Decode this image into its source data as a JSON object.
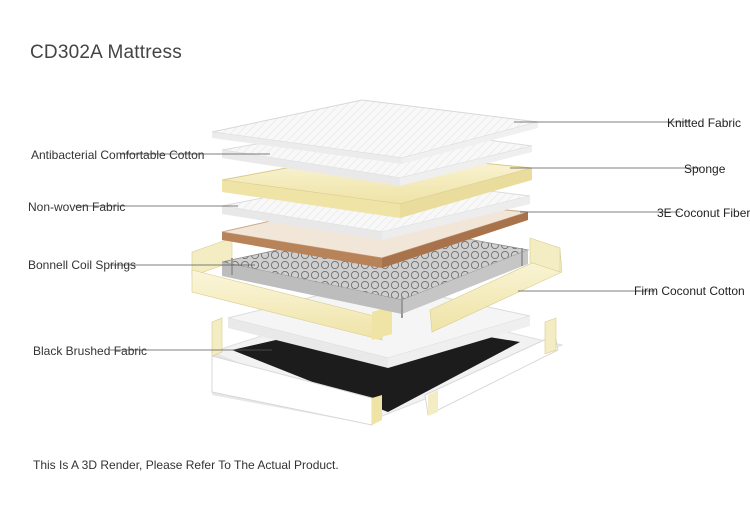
{
  "title": "CD302A Mattress",
  "labels": {
    "knitted_fabric": "Knitted Fabric",
    "antibacterial_cotton": "Antibacterial Comfortable Cotton",
    "sponge": "Sponge",
    "non_woven_fabric": "Non-woven Fabric",
    "coconut_fiber": "3E Coconut Fiber",
    "bonnell_springs": "Bonnell Coil Springs",
    "firm_coconut_cotton": "Firm Coconut Cotton",
    "black_brushed_fabric": "Black Brushed Fabric"
  },
  "note": "This Is A 3D Render, Please Refer To The Actual Product.",
  "colors": {
    "quilt": "#f7f7f7",
    "foam": "#f4edc4",
    "coconut": "#b9835a",
    "black_fabric": "#1c1c1c",
    "leader_line": "#555555"
  }
}
